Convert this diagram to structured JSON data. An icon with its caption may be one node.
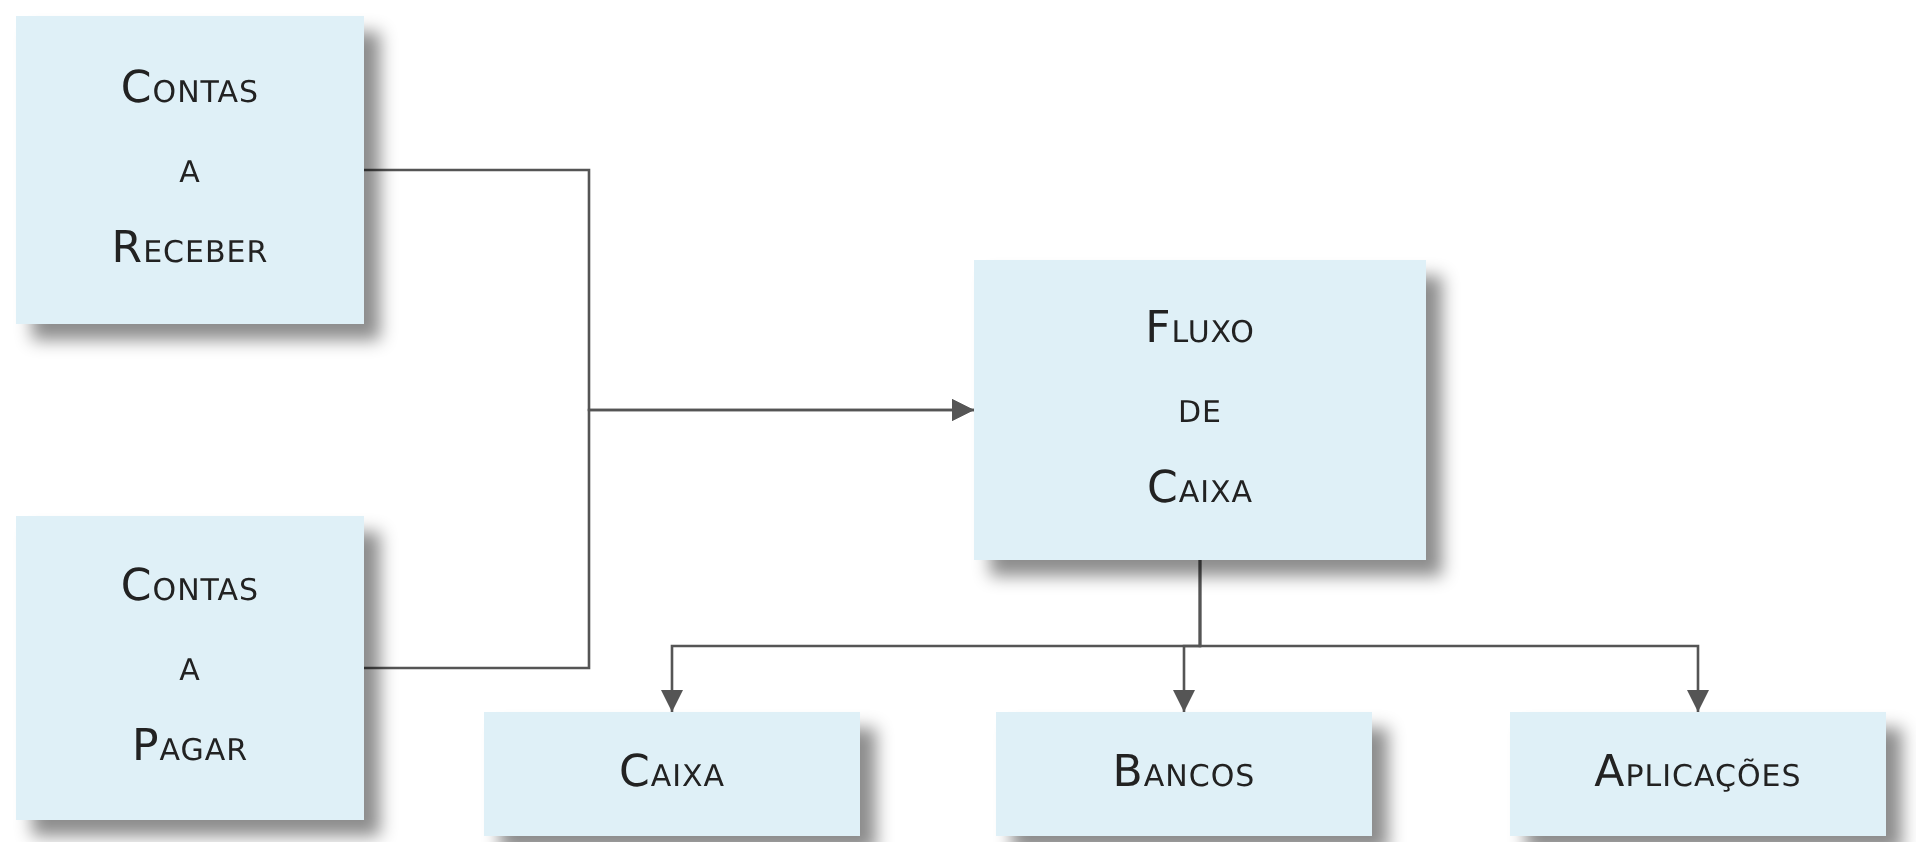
{
  "diagram": {
    "nodes": [
      {
        "text": [
          "Contas a Receber"
        ]
      },
      {
        "text": [
          "Contas a Pagar"
        ]
      },
      {
        "text": [
          "Fluxo de Caixa"
        ]
      },
      {
        "text": [
          "Caixa"
        ]
      },
      {
        "text": [
          "Bancos"
        ]
      },
      {
        "text": [
          "Aplicações"
        ]
      }
    ],
    "edges": [
      {
        "from": 0,
        "to": 2,
        "arrow": "to"
      },
      {
        "from": 1,
        "to": 2,
        "arrow": "to"
      },
      {
        "from": 2,
        "to": 3,
        "arrow": "to"
      },
      {
        "from": 2,
        "to": 4,
        "arrow": "to"
      },
      {
        "from": 2,
        "to": 5,
        "arrow": "to"
      }
    ]
  }
}
